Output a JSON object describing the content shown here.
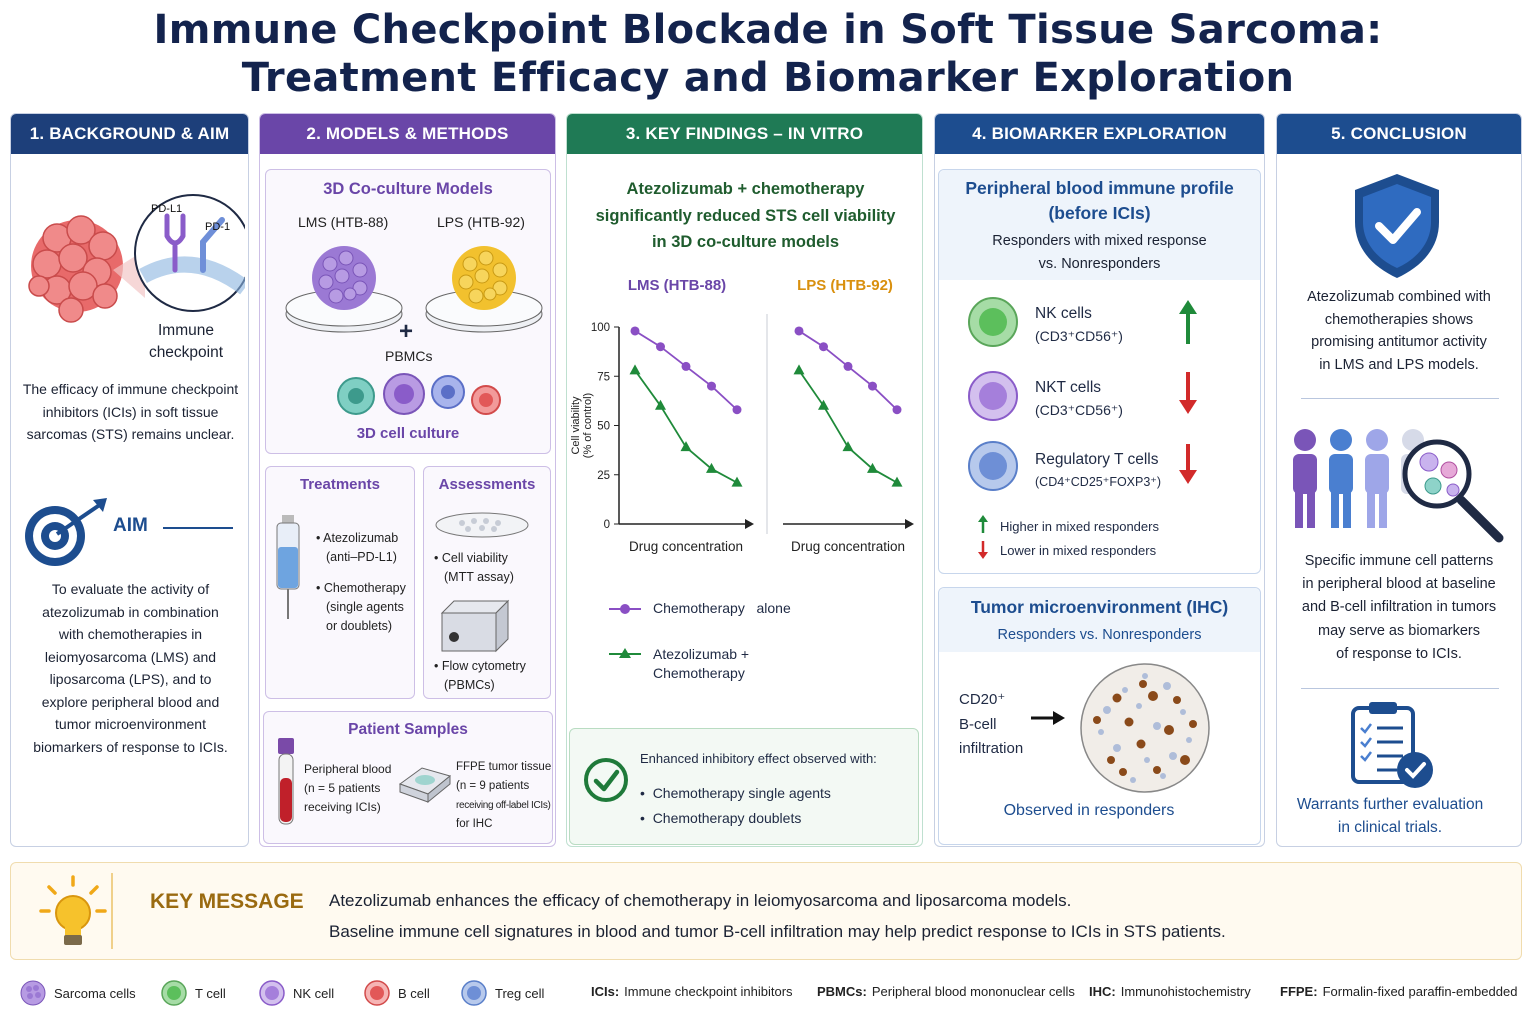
{
  "title": {
    "line1": "Immune Checkpoint Blockade in Soft Tissue Sarcoma:",
    "line2": "Treatment Efficacy and Biomarker Exploration"
  },
  "sections": {
    "background": {
      "header": "1. BACKGROUND & AIM",
      "pdl1_label": "PD-L1",
      "pd1_label": "PD-1",
      "checkpoint_label_1": "Immune",
      "checkpoint_label_2": "checkpoint",
      "text": [
        "The efficacy of immune checkpoint",
        "inhibitors (ICIs) in soft tissue",
        "sarcomas (STS) remains unclear."
      ],
      "aim_label": "AIM",
      "aim_text": [
        "To evaluate the activity of",
        "atezolizumab in combination",
        "with chemotherapies in",
        "leiomyosarcoma (LMS) and",
        "liposarcoma (LPS), and to",
        "explore peripheral blood and",
        "tumor microenvironment",
        "biomarkers of response to ICIs."
      ]
    },
    "methods": {
      "header": "2. MODELS & METHODS",
      "coculture_title": "3D Co-culture Models",
      "lms_label": "LMS (HTB-88)",
      "lps_label": "LPS (HTB-92)",
      "plus": "+",
      "pbmc_label": "PBMCs",
      "culture_label": "3D cell culture",
      "treatments_title": "Treatments",
      "treatments": [
        "Atezolizumab",
        "(anti–PD-L1)",
        "Chemotherapy",
        "(single agents",
        "or doublets)"
      ],
      "assessments_title": "Assessments",
      "assessments": [
        "Cell viability",
        "(MTT assay)",
        "Flow cytometry",
        "(PBMCs)"
      ],
      "samples_title": "Patient Samples",
      "blood": [
        "Peripheral blood",
        "(n = 5 patients",
        "receiving ICIs)"
      ],
      "ffpe": [
        "FFPE tumor tissue",
        "(n = 9 patients",
        "receiving off-label ICIs)",
        "for IHC"
      ]
    },
    "findings": {
      "header": "3. KEY FINDINGS – IN VITRO",
      "headline": [
        "Atezolizumab + chemotherapy",
        "significantly reduced STS cell viability",
        "in 3D co-culture models"
      ],
      "legend_chemo": "Chemotherapy   alone",
      "legend_combo_1": "Atezolizumab +",
      "legend_combo_2": "Chemotherapy",
      "effect_title": "Enhanced inhibitory effect observed with:",
      "effect_items": [
        "Chemotherapy single agents",
        "Chemotherapy doublets"
      ],
      "colors": {
        "chemo": "#8a4fc4",
        "combo": "#1f8a3a"
      }
    },
    "biomarker": {
      "header": "4. BIOMARKER EXPLORATION",
      "blood_title": [
        "Peripheral blood immune profile",
        "(before ICIs)"
      ],
      "blood_sub": [
        "Responders with mixed response",
        "vs. Nonresponders"
      ],
      "cells": [
        {
          "name": "NK cells",
          "marker": "(CD3⁺CD56⁺)",
          "direction": "up"
        },
        {
          "name": "NKT cells",
          "marker": "(CD3⁺CD56⁺)",
          "direction": "down"
        },
        {
          "name": "Regulatory T cells",
          "marker": "(CD4⁺CD25⁺FOXP3⁺)",
          "direction": "down"
        }
      ],
      "higher_label": "Higher in mixed responders",
      "lower_label": "Lower in mixed responders",
      "tme_title": "Tumor microenvironment (IHC)",
      "tme_sub": "Responders vs. Nonresponders",
      "cd20": [
        "CD20⁺",
        "B-cell",
        "infiltration"
      ],
      "observed": "Observed in responders"
    },
    "conclusion": {
      "header": "5. CONCLUSION",
      "text1": [
        "Atezolizumab combined with",
        "chemotherapies shows",
        "promising antitumor activity",
        "in LMS and LPS models."
      ],
      "text2": [
        "Specific immune cell patterns",
        "in peripheral blood at baseline",
        "and B-cell infiltration in tumors",
        "may serve as biomarkers",
        "of response to ICIs."
      ],
      "text3": [
        "Warrants further evaluation",
        "in clinical trials."
      ]
    }
  },
  "key_message": {
    "label": "KEY MESSAGE",
    "line1": "Atezolizumab enhances the efficacy of chemotherapy in leiomyosarcoma and liposarcoma models.",
    "line2": "Baseline immune cell signatures in blood and tumor B-cell infiltration may help predict response to ICIs in STS patients."
  },
  "legend": {
    "items": [
      "Sarcoma cells",
      "T cell",
      "NK cell",
      "B cell",
      "Treg cell"
    ],
    "abbrevs": [
      {
        "k": "ICIs:",
        "v": "Immune checkpoint inhibitors"
      },
      {
        "k": "PBMCs:",
        "v": "Peripheral blood mononuclear cells"
      },
      {
        "k": "IHC:",
        "v": "Immunohistochemistry"
      },
      {
        "k": "FFPE:",
        "v": "Formalin-fixed paraffin-embedded"
      }
    ]
  },
  "chart_data": [
    {
      "type": "line",
      "title": "LMS (HTB-88)",
      "xlabel": "Drug concentration",
      "ylabel": "Cell viability (% of control)",
      "ylim": [
        0,
        100
      ],
      "yticks": [
        "100",
        "75",
        "50",
        "25",
        "0"
      ],
      "x": [
        1,
        2,
        3,
        4,
        5
      ],
      "series": [
        {
          "name": "Chemotherapy   alone",
          "values": [
            98,
            90,
            80,
            70,
            58
          ]
        },
        {
          "name": "Atezolizumab + Chemotherapy",
          "values": [
            78,
            60,
            39,
            28,
            21
          ]
        }
      ]
    },
    {
      "type": "line",
      "title": "LPS (HTB-92)",
      "xlabel": "Drug concentration",
      "ylabel": "",
      "ylim": [
        0,
        100
      ],
      "x": [
        1,
        2,
        3,
        4,
        5
      ],
      "series": [
        {
          "name": "Chemotherapy   alone",
          "values": [
            98,
            90,
            80,
            70,
            58
          ]
        },
        {
          "name": "Atezolizumab + Chemotherapy",
          "values": [
            78,
            60,
            39,
            28,
            21
          ]
        }
      ]
    }
  ]
}
